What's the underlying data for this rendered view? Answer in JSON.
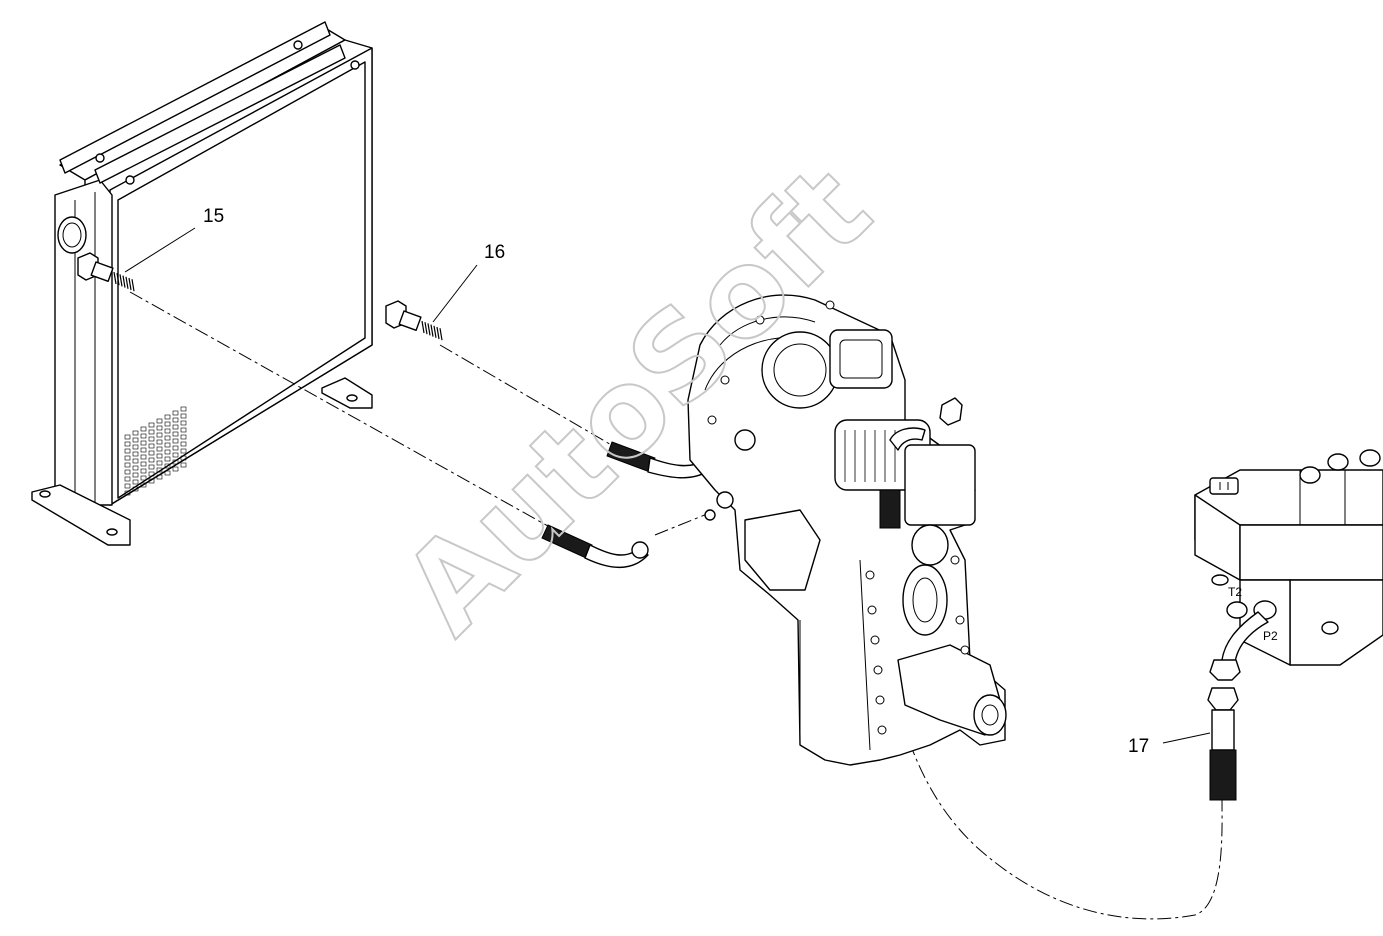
{
  "callouts": {
    "c15": "15",
    "c16": "16",
    "c17": "17"
  },
  "ports": {
    "t2": "T2",
    "p2": "P2"
  },
  "watermark": "AutoSoft",
  "colors": {
    "line": "#000000",
    "background": "#ffffff",
    "watermark": "#c8c8c8"
  }
}
